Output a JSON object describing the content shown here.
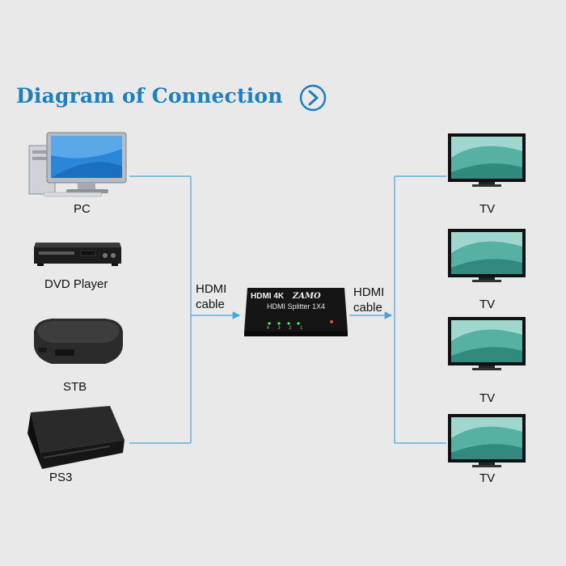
{
  "title": "Diagram of Connection",
  "icons": {
    "title_arrow": "chevron-right-circle-icon"
  },
  "colors": {
    "title": "#1a7fc3",
    "cable": "#4aa3d8",
    "background": "#e9e9e9"
  },
  "sources": [
    {
      "label": "PC"
    },
    {
      "label": "DVD Player"
    },
    {
      "label": "STB"
    },
    {
      "label": "PS3"
    }
  ],
  "cable_labels": {
    "input": [
      "HDMI",
      "cable"
    ],
    "output": [
      "HDMI",
      "cable"
    ]
  },
  "splitter": {
    "brand_line": "HDMI 4K",
    "brand_name": "ZAMO",
    "model": "HDMI Splitter 1X4",
    "ports": [
      "4",
      "3",
      "2",
      "1"
    ]
  },
  "outputs": [
    {
      "label": "TV"
    },
    {
      "label": "TV"
    },
    {
      "label": "TV"
    },
    {
      "label": "TV"
    }
  ]
}
